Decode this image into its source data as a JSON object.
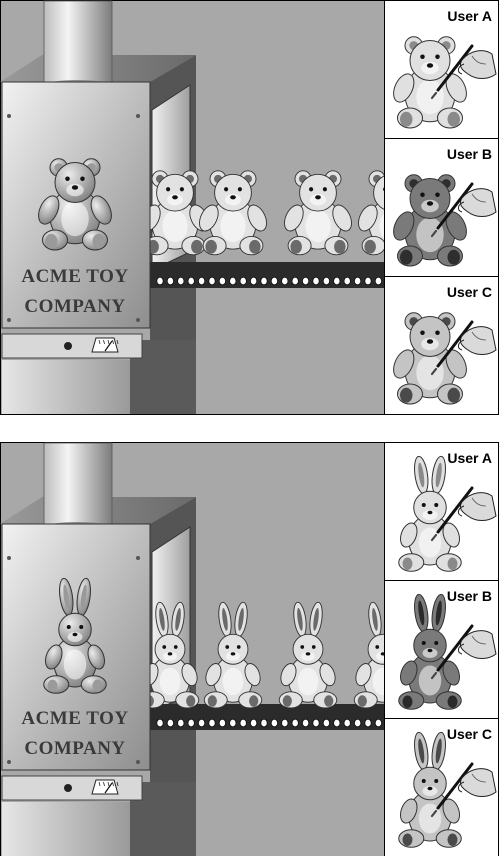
{
  "colors": {
    "sky": "#a8a8a8",
    "machine_dark": "#555555",
    "machine_front": "#cfcfcf",
    "belt": "#2b2b2b",
    "toy_light": "#e6e6e6",
    "toy_dark": "#5c5c5c"
  },
  "panels": [
    {
      "toy": "bear",
      "plate_line1": "ACME TOY",
      "plate_line2": "COMPANY",
      "users": [
        {
          "label": "User A",
          "toy_tone": "#e0e0e0",
          "detail_tone": "#8a8a8a"
        },
        {
          "label": "User B",
          "toy_tone": "#7a7a7a",
          "detail_tone": "#2e2e2e"
        },
        {
          "label": "User C",
          "toy_tone": "#c4c4c4",
          "detail_tone": "#4a4a4a"
        }
      ]
    },
    {
      "toy": "rabbit",
      "plate_line1": "ACME TOY",
      "plate_line2": "COMPANY",
      "users": [
        {
          "label": "User A",
          "toy_tone": "#e0e0e0",
          "detail_tone": "#8a8a8a"
        },
        {
          "label": "User B",
          "toy_tone": "#7a7a7a",
          "detail_tone": "#2a2a2a"
        },
        {
          "label": "User C",
          "toy_tone": "#c4c4c4",
          "detail_tone": "#4a4a4a"
        }
      ]
    }
  ]
}
